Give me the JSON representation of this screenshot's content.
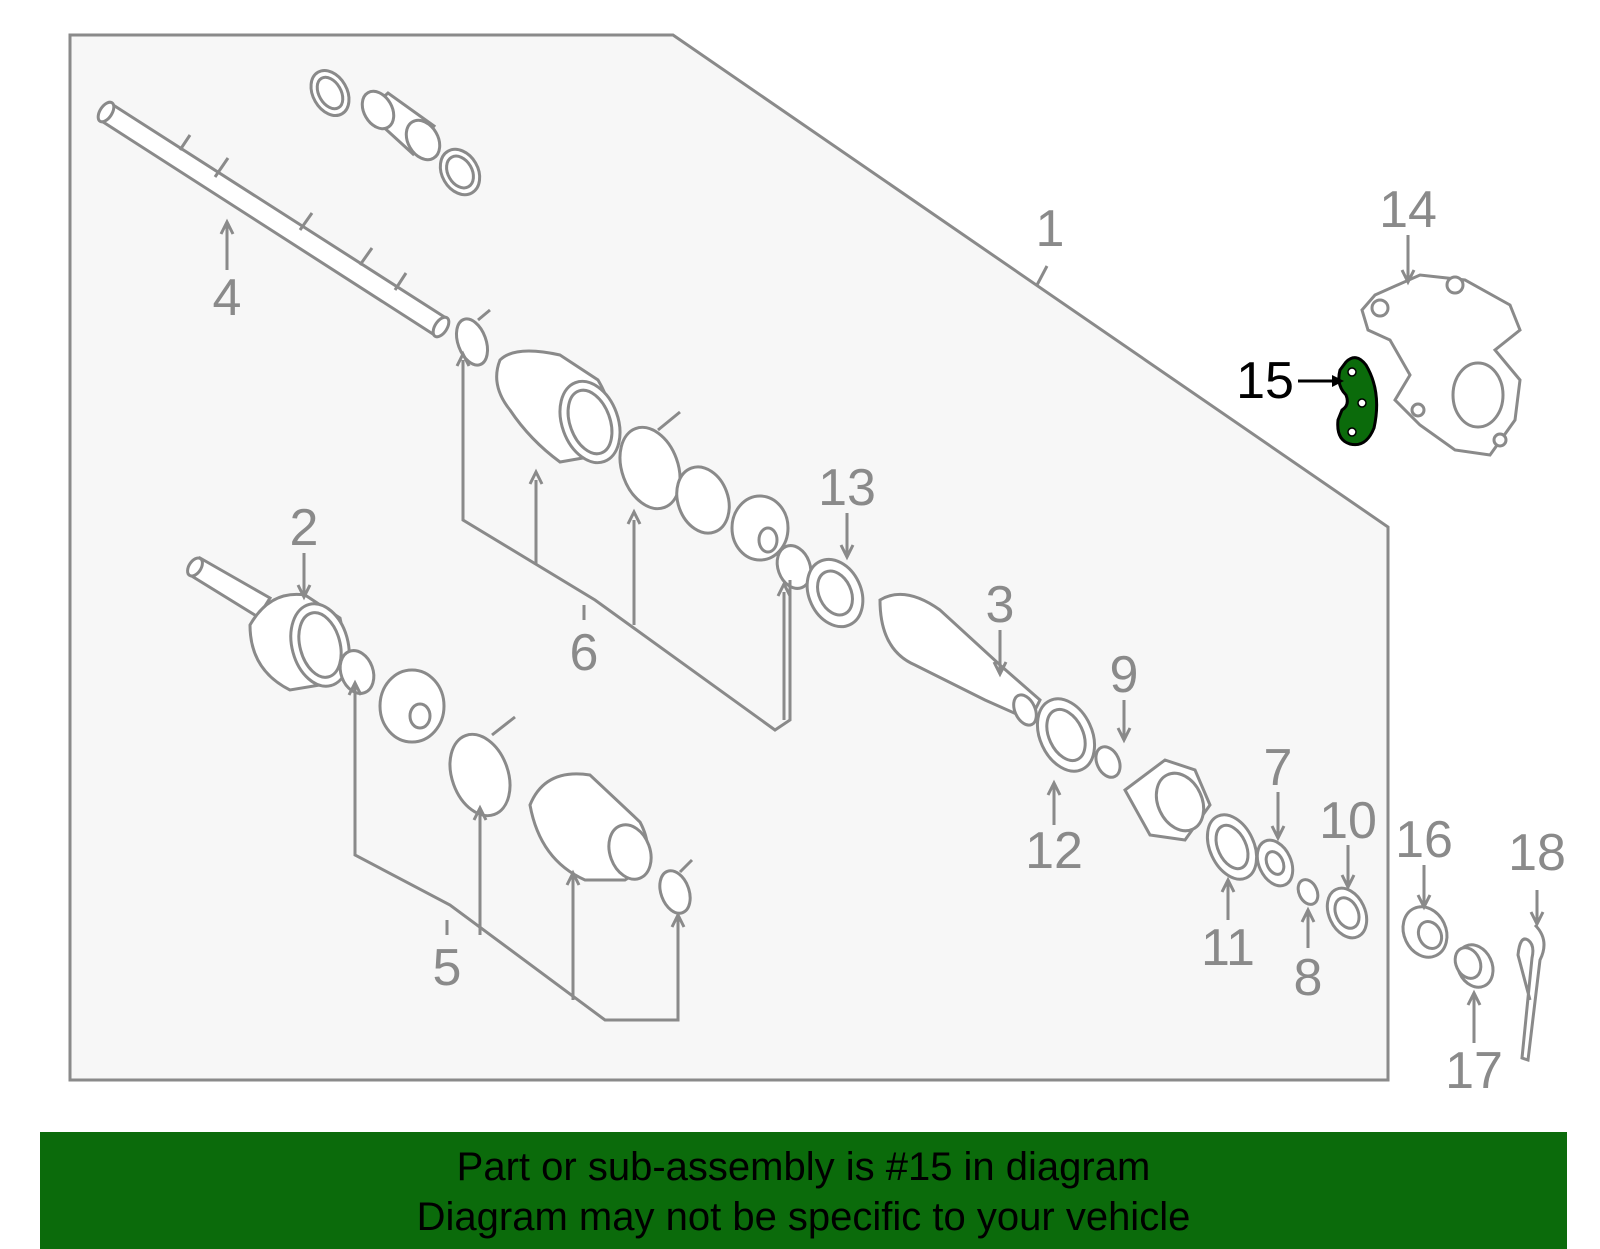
{
  "colors": {
    "panel_fill": "#f7f7f7",
    "line_gray": "#8a8a8a",
    "highlight_green": "#0b6b0b",
    "highlight_text": "#000000"
  },
  "callouts": [
    "1",
    "2",
    "3",
    "4",
    "5",
    "6",
    "7",
    "8",
    "9",
    "10",
    "11",
    "12",
    "13",
    "14",
    "15",
    "16",
    "17",
    "18"
  ],
  "highlighted_part": "15",
  "banner": {
    "line1": "Part or sub-assembly is #15 in diagram",
    "line2": "Diagram may not be specific to your vehicle"
  }
}
